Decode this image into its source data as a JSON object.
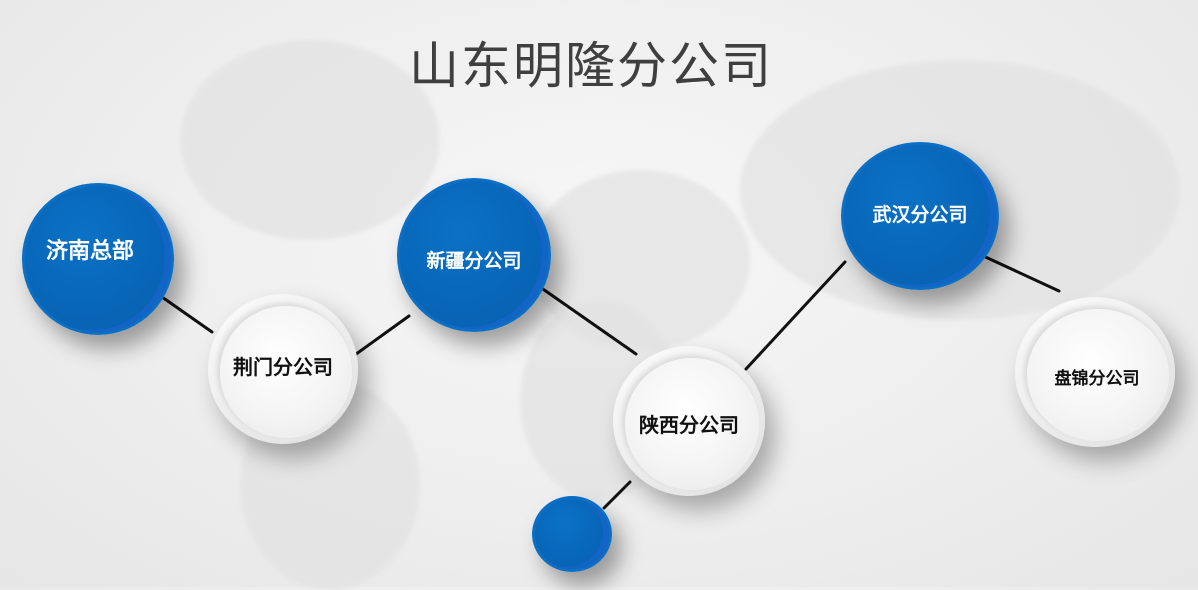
{
  "title": "山东明隆分公司",
  "colors": {
    "accent_blue": "#0866b8",
    "line": "#111111",
    "title": "#3f3f3f"
  },
  "nodes": [
    {
      "id": "jinan",
      "label": "济南总部",
      "style": "blue"
    },
    {
      "id": "jingmen",
      "label": "荆门分公司",
      "style": "white"
    },
    {
      "id": "xinjiang",
      "label": "新疆分公司",
      "style": "blue"
    },
    {
      "id": "shaanxi",
      "label": "陕西分公司",
      "style": "white"
    },
    {
      "id": "wuhan",
      "label": "武汉分公司",
      "style": "blue"
    },
    {
      "id": "panjin",
      "label": "盘锦分公司",
      "style": "white"
    },
    {
      "id": "unlabeled",
      "label": "",
      "style": "blue"
    }
  ],
  "links": [
    [
      "jinan",
      "jingmen"
    ],
    [
      "jingmen",
      "xinjiang"
    ],
    [
      "xinjiang",
      "shaanxi"
    ],
    [
      "shaanxi",
      "wuhan"
    ],
    [
      "wuhan",
      "panjin"
    ],
    [
      "shaanxi",
      "unlabeled"
    ]
  ]
}
